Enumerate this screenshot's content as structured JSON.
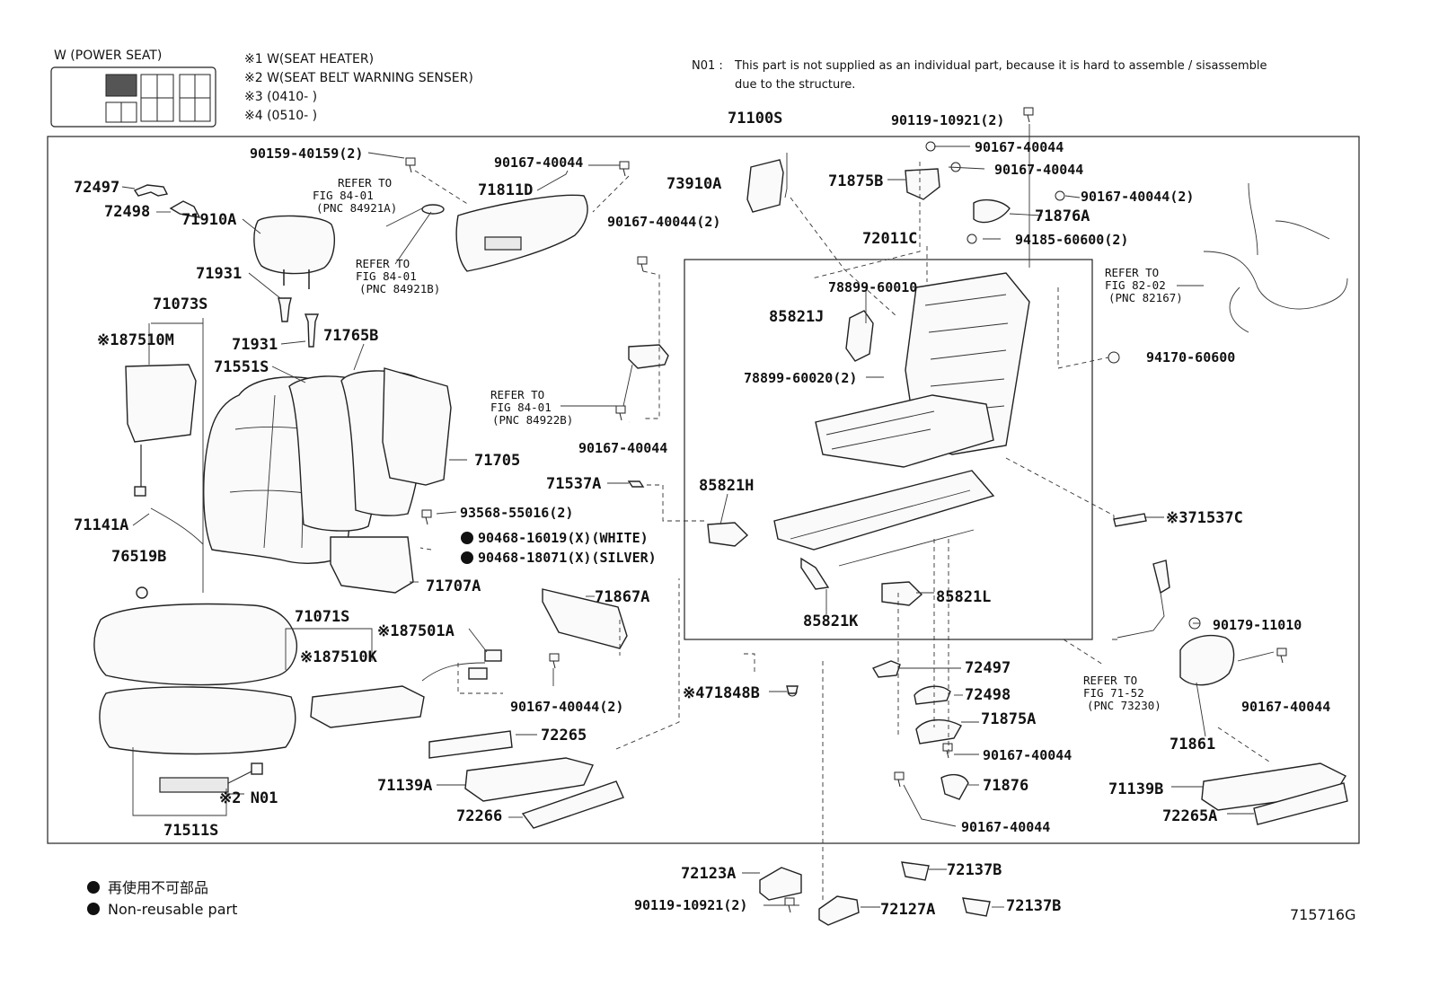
{
  "header": {
    "variant_title": "W (POWER SEAT)",
    "conditions": [
      "※1 W(SEAT HEATER)",
      "※2 W(SEAT BELT WARNING SENSER)",
      "※3 (0410-    )",
      "※4 (0510-    )"
    ],
    "note_code": "N01 :",
    "note_line1": "This part is not supplied as an individual part, because it is hard to assemble / sisassemble",
    "note_line2": "due to the structure."
  },
  "parts": {
    "p71100S": "71100S",
    "p90119a": "90119-10921(2)",
    "p90167_r1": "90167-40044",
    "p90167_r2": "90167-40044",
    "p90167_r3": "90167-40044(2)",
    "p94185": "94185-60600(2)",
    "p71875B": "71875B",
    "p71876A": "71876A",
    "p73910A": "73910A",
    "p90159": "90159-40159(2)",
    "p90167_top": "90167-40044",
    "p71811D": "71811D",
    "p72497a": "72497",
    "p72498a": "72498",
    "p71910A": "71910A",
    "p71931a": "71931",
    "p71931b": "71931",
    "p71073S": "71073S",
    "p87510M": "※187510M",
    "p71765B": "71765B",
    "p71551S": "71551S",
    "p90167_mid": "90167-40044(2)",
    "p72011C": "72011C",
    "p78899a": "78899-60010",
    "p85821J": "85821J",
    "p78899b": "78899-60020(2)",
    "p94170": "94170-60600",
    "p90167_bracket": "90167-40044",
    "p71705": "71705",
    "p71537A": "71537A",
    "p85821H": "85821H",
    "p71537C": "※371537C",
    "p93568": "93568-55016(2)",
    "p71141A": "71141A",
    "p90468a": "90468-16019(X)(WHITE)",
    "p90468b": "90468-18071(X)(SILVER)",
    "p76519B": "76519B",
    "p71707A": "71707A",
    "p71867A": "71867A",
    "p85821L": "85821L",
    "p85821K": "85821K",
    "p90179": "90179-11010",
    "p71071S": "71071S",
    "p87501A": "※187501A",
    "p87510K": "※187510K",
    "p90167_tray": "90167-40044(2)",
    "p71848B": "※471848B",
    "p72497b": "72497",
    "p72498b": "72498",
    "p71875A": "71875A",
    "p90167_lo1": "90167-40044",
    "p71876": "71876",
    "p90167_lo2": "90167-40044",
    "p90167_right": "90167-40044",
    "p71861": "71861",
    "p72265": "72265",
    "p71139A": "71139A",
    "p72266": "72266",
    "p71139B": "71139B",
    "p72265A": "72265A",
    "pN01": "※2 N01",
    "p71511S": "71511S",
    "p72123A": "72123A",
    "p90119b": "90119-10921(2)",
    "p72127A": "72127A",
    "p72137B_a": "72137B",
    "p72137B_b": "72137B"
  },
  "refs": {
    "r1": [
      "REFER TO",
      "FIG 84-01",
      "(PNC 84921A)"
    ],
    "r2": [
      "REFER TO",
      "FIG 84-01",
      "(PNC 84921B)"
    ],
    "r3": [
      "REFER TO",
      "FIG 84-01",
      "(PNC 84922B)"
    ],
    "r4": [
      "REFER TO",
      "FIG 82-02",
      "(PNC 82167)"
    ],
    "r5": [
      "REFER TO",
      "FIG 71-52",
      "(PNC 73230)"
    ]
  },
  "legend": {
    "item_jp": "再使用不可部品",
    "item_en": "Non-reusable part"
  },
  "figure_number": "715716G"
}
